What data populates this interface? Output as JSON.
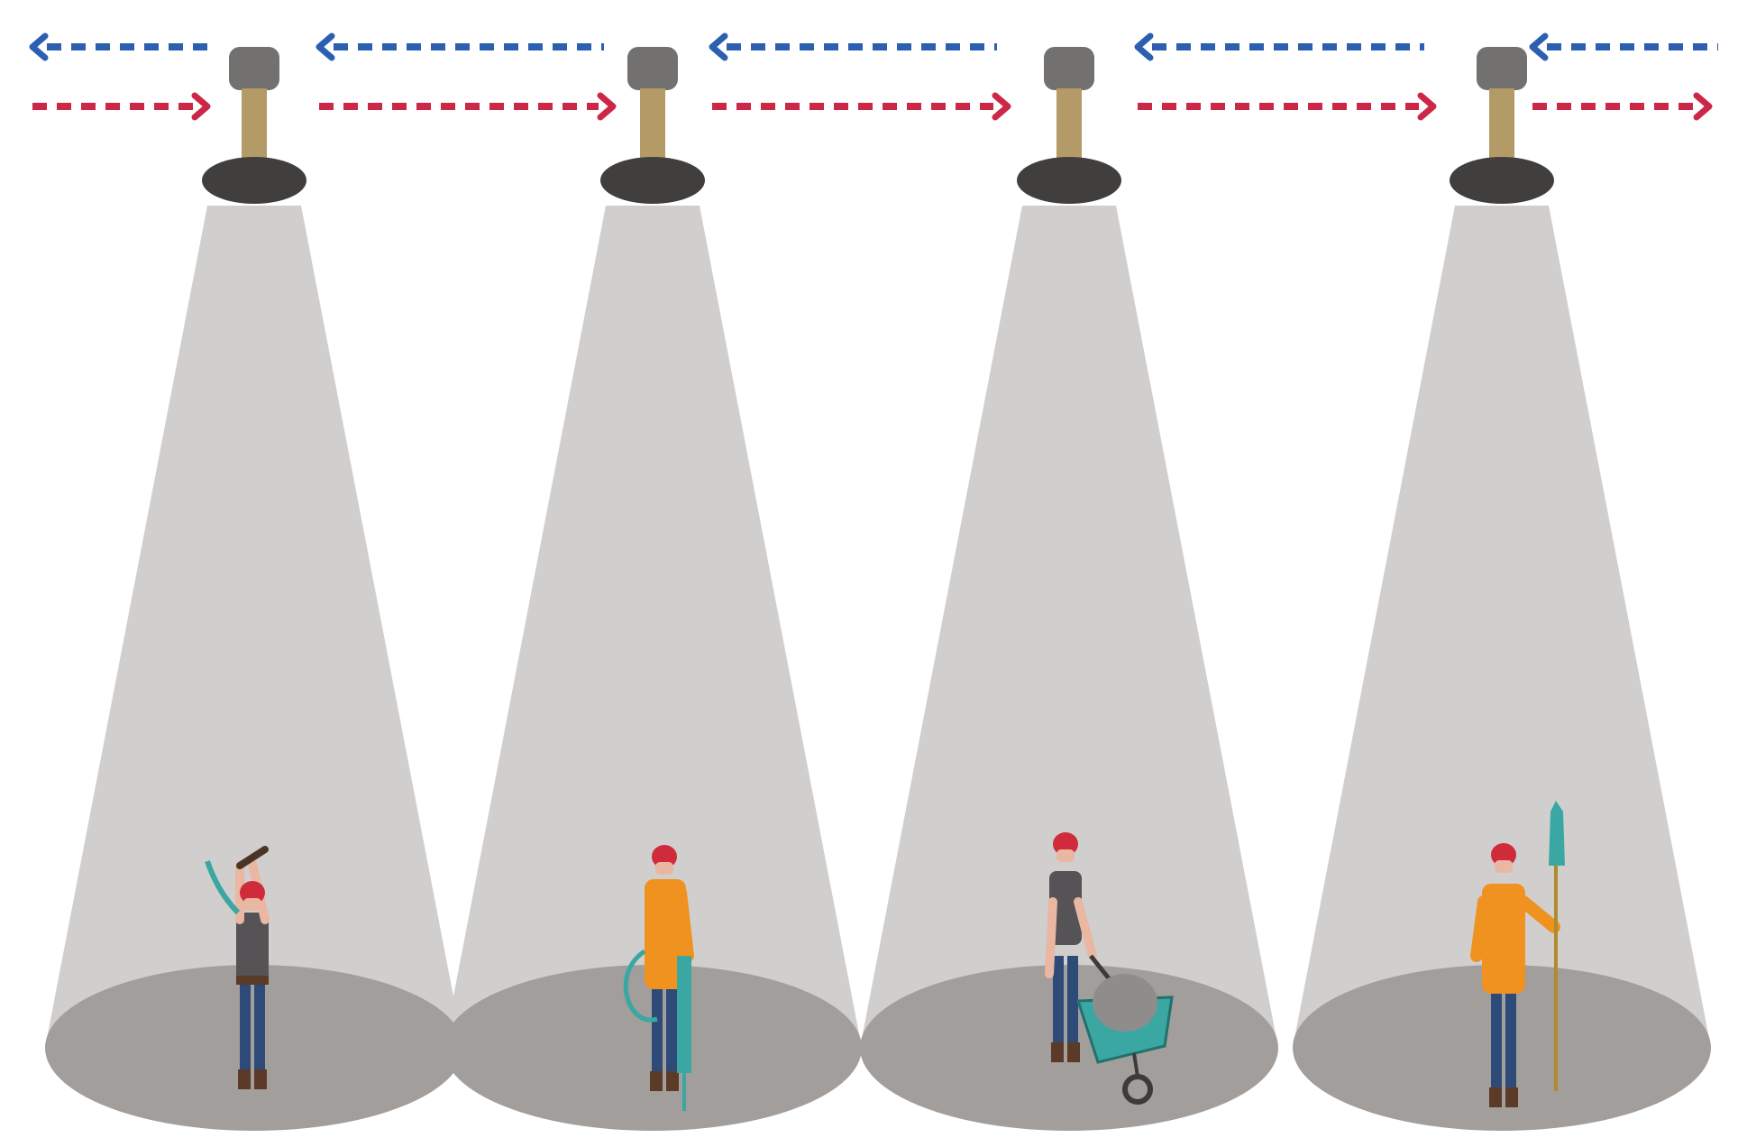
{
  "colors": {
    "background": "#ffffff",
    "beam": "#d0cfce",
    "floor_pool": "#a19e9c",
    "lamp_head": "#737170",
    "lamp_stem": "#b39a67",
    "lamp_shade": "#403f3d",
    "arrow_left": "#2c5fb0",
    "arrow_right": "#cc2747",
    "helmet": "#cf2b3a",
    "skin": "#e9b7a2",
    "jeans": "#2e4a78",
    "boots": "#5b3a27",
    "tank_top": "#555355",
    "vest": "#f0921f",
    "tool": "#3aa7a3",
    "pole": "#b08a2e",
    "rock": "#8f8d8c"
  },
  "links": [
    {
      "direction_left": "blue-dashed-arrow-left",
      "direction_right": "red-dashed-arrow-right"
    }
  ],
  "lamps": [
    {
      "id": "lamp-1",
      "icon": "ceiling-light-icon"
    },
    {
      "id": "lamp-2",
      "icon": "ceiling-light-icon"
    },
    {
      "id": "lamp-3",
      "icon": "ceiling-light-icon"
    },
    {
      "id": "lamp-4",
      "icon": "ceiling-light-icon"
    }
  ],
  "workers": [
    {
      "id": "worker-pickaxe",
      "icon": "miner-with-pickaxe-icon"
    },
    {
      "id": "worker-drill",
      "icon": "miner-with-jackhammer-icon"
    },
    {
      "id": "worker-wheelbarrow",
      "icon": "miner-with-wheelbarrow-icon"
    },
    {
      "id": "worker-shovel",
      "icon": "miner-with-shovel-icon"
    }
  ]
}
